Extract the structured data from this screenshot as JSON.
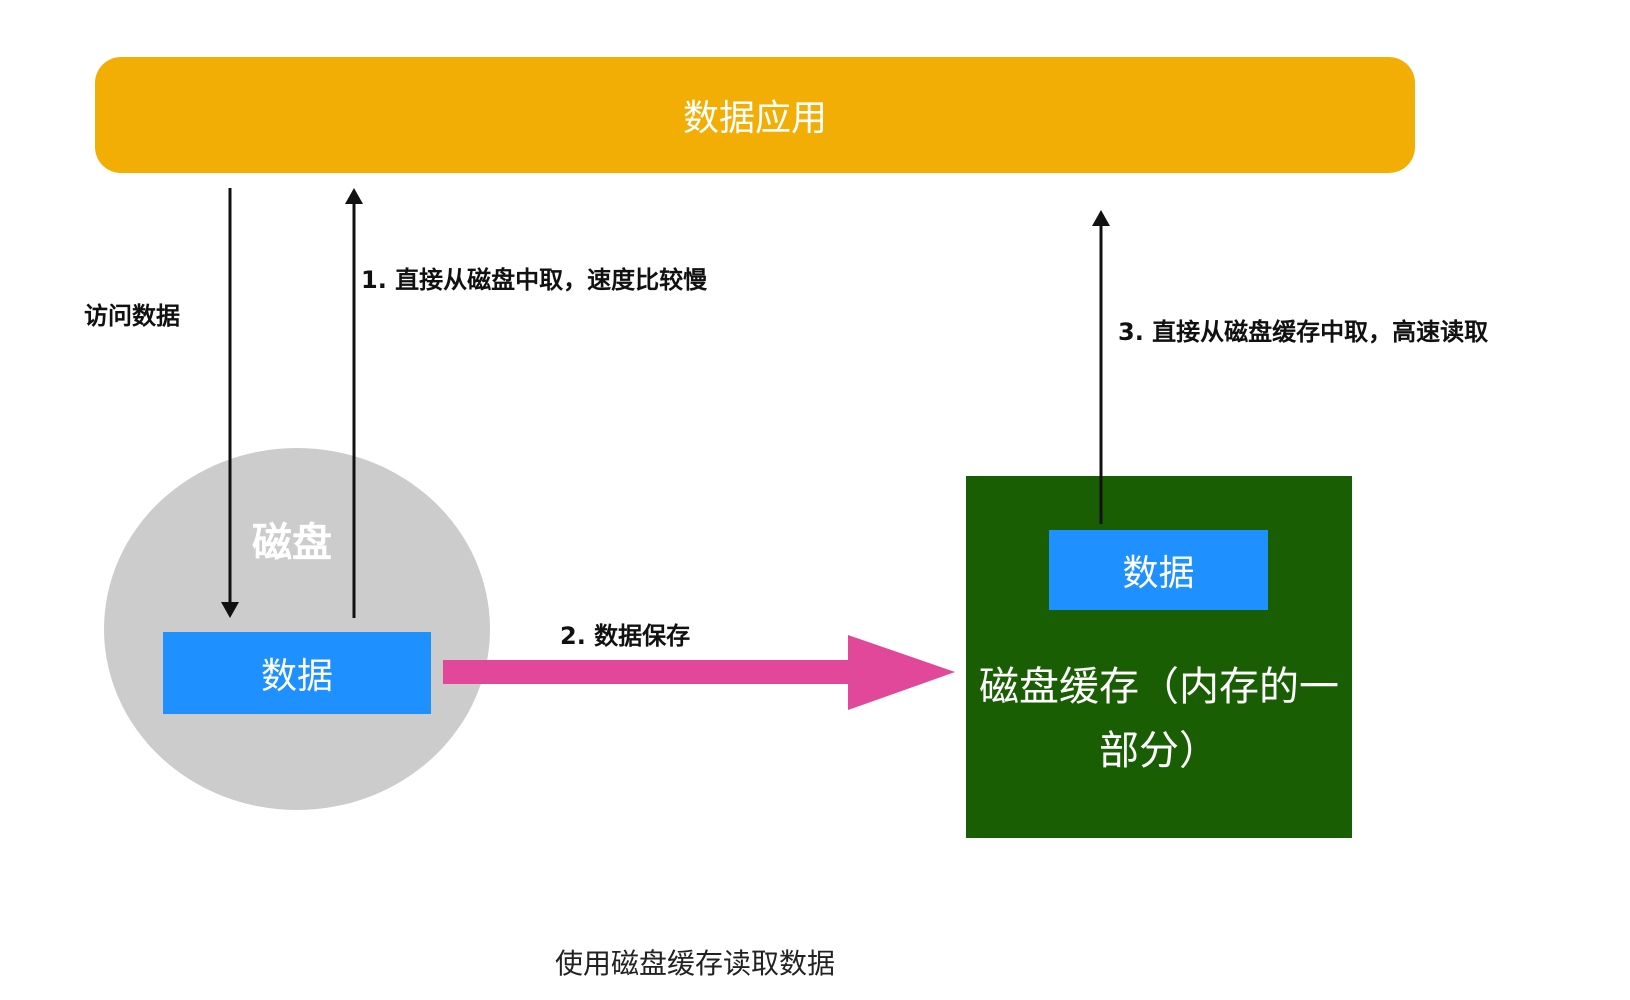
{
  "app": {
    "label": "数据应用",
    "color": "#F2AE05"
  },
  "disk": {
    "label": "磁盘",
    "data_label": "数据",
    "color": "#CCCCCC"
  },
  "cache": {
    "label": "磁盘缓存（内存的一部分）",
    "data_label": "数据",
    "color": "#1A5E03"
  },
  "data_box_color": "#1E90FF",
  "arrows": {
    "access": {
      "label": "访问数据"
    },
    "step1": {
      "label": "1. 直接从磁盘中取，速度比较慢"
    },
    "step2": {
      "label": "2. 数据保存",
      "color": "#E2489A"
    },
    "step3": {
      "label": "3. 直接从磁盘缓存中取，高速读取"
    }
  },
  "caption": "使用磁盘缓存读取数据"
}
